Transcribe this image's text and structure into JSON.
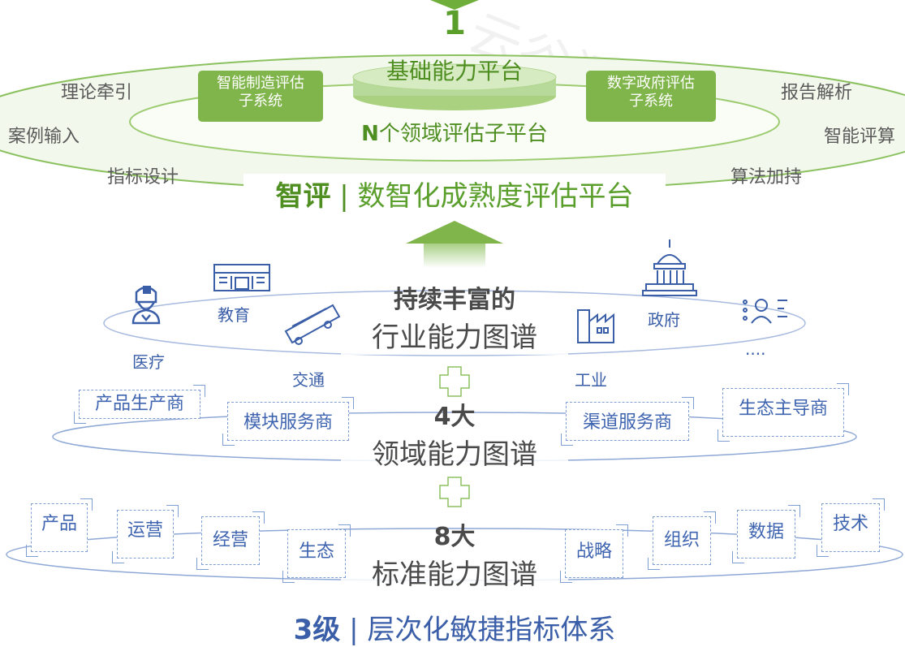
{
  "top": {
    "count": "1",
    "base_platform": "基础能力平台",
    "subplatform_n": "N",
    "subplatform_text": "个领域评估子平台",
    "left_box": [
      "智能制造评估",
      "子系统"
    ],
    "right_box": [
      "数字政府评估",
      "子系统"
    ],
    "left_items": [
      "理论牵引",
      "案例输入",
      "指标设计"
    ],
    "right_items": [
      "报告解析",
      "智能评算",
      "算法加持"
    ],
    "brand": "智评",
    "sep": "|",
    "platform_name": "数智化成熟度评估平台",
    "watermark": "云谷间长三角数"
  },
  "industry": {
    "heading_bold": "持续丰富的",
    "heading": "行业能力图谱",
    "items": [
      "教育",
      "医疗",
      "交通",
      "工业",
      "政府",
      "...."
    ]
  },
  "domains": {
    "heading_bold": "4大",
    "heading": "领域能力图谱",
    "items": [
      "产品生产商",
      "模块服务商",
      "渠道服务商",
      "生态主导商"
    ]
  },
  "standards": {
    "heading_bold": "8大",
    "heading": "标准能力图谱",
    "items": [
      "产品",
      "运营",
      "经营",
      "生态",
      "战略",
      "组织",
      "数据",
      "技术"
    ]
  },
  "footer": {
    "bold": "3级",
    "sep": "|",
    "text": "层次化敏捷指标体系"
  },
  "colors": {
    "green": "#5a9e2b",
    "blue": "#3a5ea8",
    "gray": "#4a4a4a"
  },
  "icons": [
    "nurse-icon",
    "school-building-icon",
    "bus-icon",
    "factory-icon",
    "capitol-icon",
    "people-list-icon",
    "plus-icon",
    "arrow-up-icon"
  ]
}
